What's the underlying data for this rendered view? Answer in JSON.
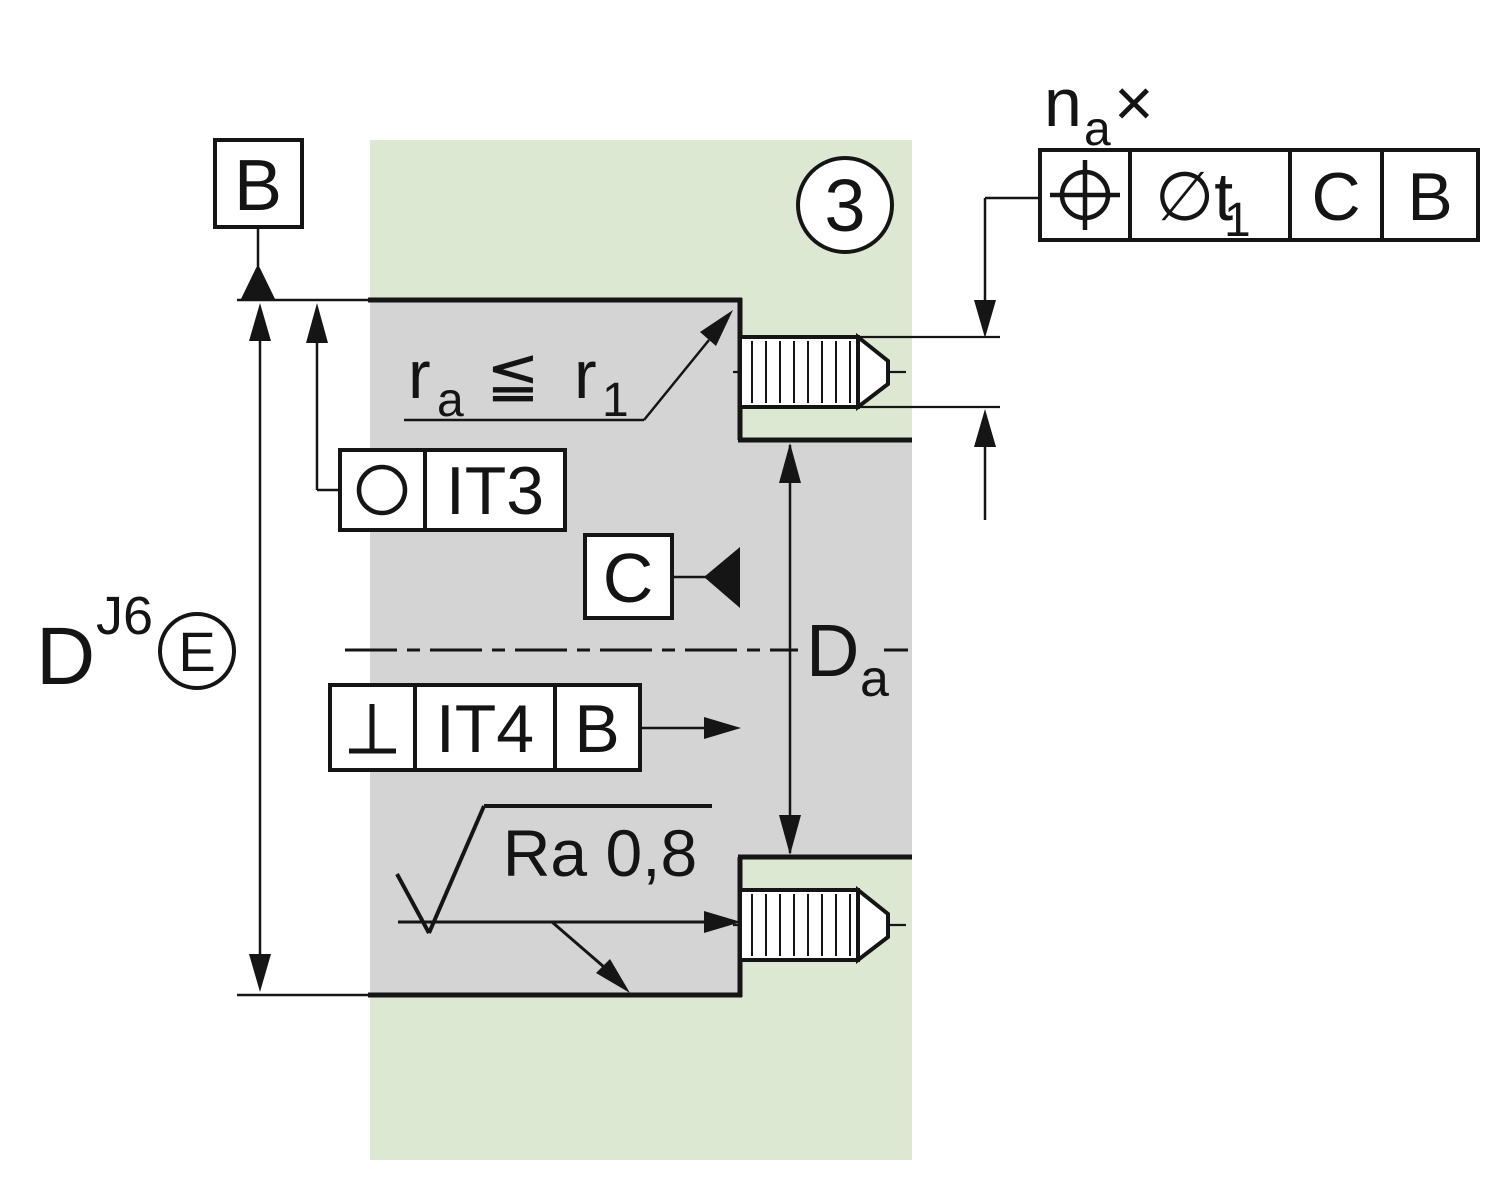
{
  "colors": {
    "background": "#ffffff",
    "zone_green": "#dde8d2",
    "section_gray": "#d4d4d4",
    "line": "#151515"
  },
  "balloon": {
    "number": "3"
  },
  "position_callout": {
    "count_letter": "n",
    "count_sub": "a",
    "multiply_sign": "×"
  },
  "position_fcf": {
    "tolerance": "∅t",
    "tolerance_sub": "1",
    "datum_primary": "C",
    "datum_secondary": "B"
  },
  "datum_b": {
    "label": "B"
  },
  "datum_c": {
    "label": "C"
  },
  "roundness_fcf": {
    "tolerance": "IT3"
  },
  "perpendicularity_fcf": {
    "tolerance": "IT4",
    "datum": "B"
  },
  "fillet_note": {
    "lhs": "r",
    "lhs_sub": "a",
    "relation": "≦",
    "rhs": "r",
    "rhs_sub": "1"
  },
  "housing_bore_dim": {
    "letter": "D",
    "fit_class": "J6",
    "envelope": "E"
  },
  "abutment_dim": {
    "letter": "D",
    "sub": "a"
  },
  "surface_note": {
    "label": "Ra 0,8"
  }
}
